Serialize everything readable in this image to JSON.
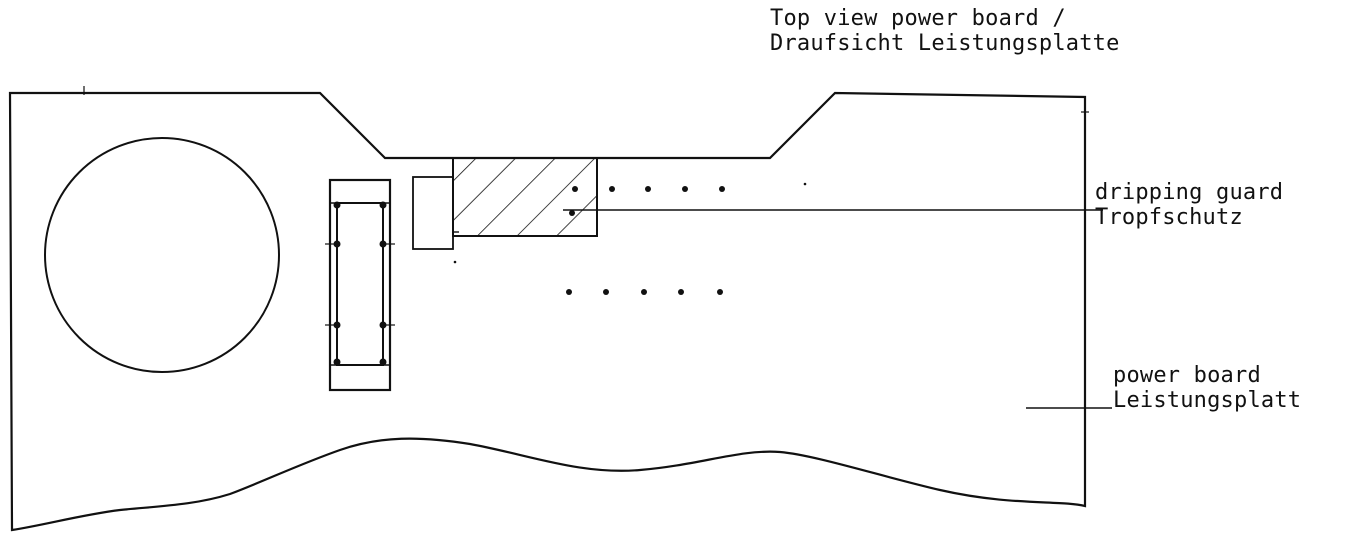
{
  "title": {
    "line1": "Top view power board /",
    "line2": "Draufsicht Leistungsplatte"
  },
  "callouts": {
    "dripping_guard": {
      "line1": "dripping guard",
      "line2": "Tropfschutz"
    },
    "power_board": {
      "line1": "power board",
      "line2": "Leistungsplatt"
    }
  },
  "style": {
    "ink": "#111111",
    "background": "#ffffff"
  }
}
